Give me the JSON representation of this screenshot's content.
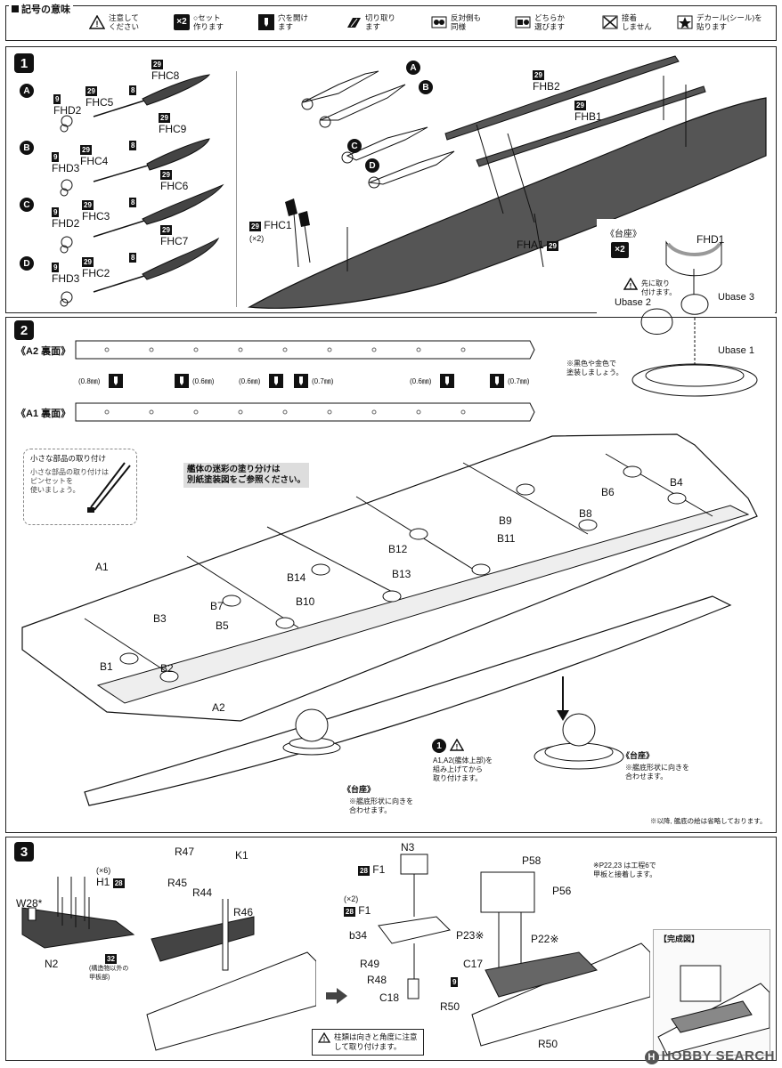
{
  "legend": {
    "title": "記号の意味",
    "items": [
      {
        "icon": "warning-icon",
        "text": "注意して\nください"
      },
      {
        "icon": "times-icon",
        "glyph": "×2",
        "text": "○セット\n作ります"
      },
      {
        "icon": "drill-icon",
        "text": "穴を開け\nます"
      },
      {
        "icon": "cut-icon",
        "text": "切り取り\nます"
      },
      {
        "icon": "symmetric-icon",
        "text": "反対側も\n同様"
      },
      {
        "icon": "choose-icon",
        "text": "どちらか\n選びます"
      },
      {
        "icon": "no-glue-icon",
        "text": "接着\nしません"
      },
      {
        "icon": "decal-icon",
        "text": "デカール(シール)を\n貼ります"
      }
    ]
  },
  "step1": {
    "number": "1",
    "variants": [
      {
        "letter": "A",
        "fhd": "FHD2",
        "fhd_badge": "9",
        "fhc": "FHC5",
        "fhc_badge": "29",
        "rod_badge": "8",
        "blade": "FHC8",
        "blade_badge": "29"
      },
      {
        "letter": "B",
        "fhd": "FHD3",
        "fhd_badge": "9",
        "fhc": "FHC4",
        "fhc_badge": "29",
        "rod_badge": "8",
        "blade": "FHC9",
        "blade_badge": "29"
      },
      {
        "letter": "C",
        "fhd": "FHD2",
        "fhd_badge": "9",
        "fhc": "FHC3",
        "fhc_badge": "29",
        "rod_badge": "8",
        "blade": "FHC6",
        "blade_badge": "29"
      },
      {
        "letter": "D",
        "fhd": "FHD3",
        "fhd_badge": "9",
        "fhc": "FHC2",
        "fhc_badge": "29",
        "rod_badge": "8",
        "blade": "FHC7",
        "blade_badge": "29"
      }
    ],
    "assembly_letters": [
      "A",
      "B",
      "C",
      "D"
    ],
    "fhb2": "FHB2",
    "fhb2_badge": "29",
    "fhb1": "FHB1",
    "fhb1_badge": "29",
    "fhc1": "FHC1",
    "fhc1_badge": "29",
    "fhc1_qty": "(×2)",
    "fha1": "FHA1",
    "fha1_badge": "29"
  },
  "stand": {
    "title": "《台座》",
    "qty": "×2",
    "fhd1": "FHD1",
    "warn_text": "先に取り\n付けます。",
    "ubase2": "Ubase 2",
    "ubase3": "Ubase 3",
    "ubase1": "Ubase 1",
    "paint_note": "※黒色や金色で\n塗装しましょう。"
  },
  "step2": {
    "number": "2",
    "a2_label": "《A2 裏面》",
    "a1_label": "《A1 裏面》",
    "holes": [
      "(0.8㎜)",
      "(0.6㎜)",
      "(0.6㎜)",
      "(0.7㎜)",
      "(0.6㎜)",
      "(0.7㎜)"
    ],
    "small_parts_title": "小さな部品の取り付け",
    "small_parts_text": "小さな部品の取り付けは\nピンセットを\n使いましょう。",
    "camo_note": "艦体の迷彩の塗り分けは\n別紙塗装図をご参照ください。",
    "parts": [
      "A1",
      "B1",
      "B2",
      "B3",
      "B4",
      "B5",
      "B6",
      "B7",
      "B8",
      "B9",
      "B10",
      "B11",
      "B12",
      "B13",
      "B14",
      "A2"
    ],
    "warn_step": "1",
    "warn_text": "A1,A2(艦体上部)を\n組み上げてから\n取り付けます。",
    "stand_left_title": "《台座》",
    "stand_left_text": "※艦底形状に向きを\n合わせます。",
    "stand_right_title": "《台座》",
    "stand_right_text": "※艦底形状に向きを\n合わせます。",
    "omit_note": "※以降, 艦底の絵は省略しております。"
  },
  "step3": {
    "number": "3",
    "h1": "H1",
    "h1_badge": "28",
    "h1_qty": "(×6)",
    "w28": "W28*",
    "n2": "N2",
    "n2_badge": "32",
    "n2_note": "(構造物以外の\n甲板部)",
    "r47": "R47",
    "k1": "K1",
    "r45": "R45",
    "r44": "R44",
    "r46": "R46",
    "n3": "N3",
    "f1_top": "F1",
    "f1_badge": "28",
    "f1_mid": "F1",
    "f1_qty": "(×2)",
    "f1_mid_badge": "28",
    "b34": "b34",
    "r49": "R49",
    "r48": "R48",
    "c18": "C18",
    "p58": "P58",
    "p56": "P56",
    "p23": "P23※",
    "p22": "P22※",
    "c17": "C17",
    "c17_badge": "9",
    "r50a": "R50",
    "r50b": "R50",
    "p_note": "※P22,23 は工程6で\n甲板と接着します。",
    "warn_text": "柱類は向きと角度に注意\nして取り付けます。",
    "complete": "【完成図】"
  },
  "watermark": "HOBBY SEARCH"
}
